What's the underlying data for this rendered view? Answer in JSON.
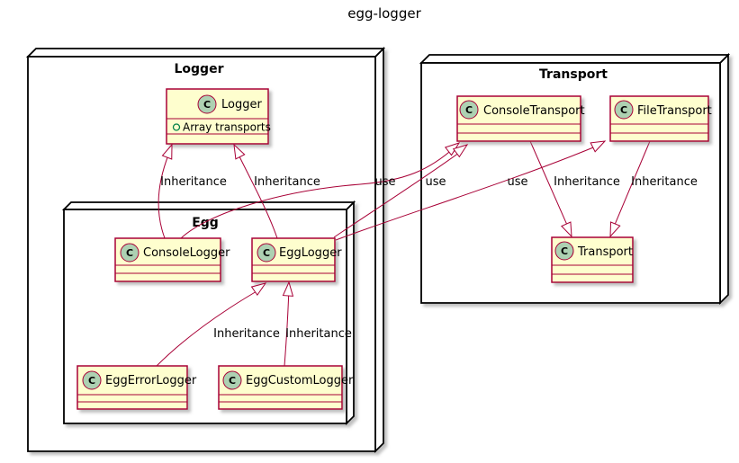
{
  "diagram_title": "egg-logger",
  "colors": {
    "class_fill": "#FEFECE",
    "class_border": "#A80036",
    "relation_line": "#A80036",
    "class_icon_fill": "#ADD1B2",
    "field_icon": "#038048",
    "package_border": "#000000",
    "background": "#FFFFFF"
  },
  "packages": [
    {
      "name": "Logger"
    },
    {
      "name": "Egg"
    },
    {
      "name": "Transport"
    }
  ],
  "classes": [
    {
      "name": "Logger",
      "icon_letter": "C",
      "fields": [
        "Array transports"
      ]
    },
    {
      "name": "ConsoleLogger",
      "icon_letter": "C"
    },
    {
      "name": "EggLogger",
      "icon_letter": "C"
    },
    {
      "name": "EggErrorLogger",
      "icon_letter": "C"
    },
    {
      "name": "EggCustomLogger",
      "icon_letter": "C"
    },
    {
      "name": "ConsoleTransport",
      "icon_letter": "C"
    },
    {
      "name": "FileTransport",
      "icon_letter": "C"
    },
    {
      "name": "Transport",
      "icon_letter": "C"
    }
  ],
  "relations": [
    {
      "from": "ConsoleLogger",
      "to": "Logger",
      "label": "Inheritance"
    },
    {
      "from": "EggLogger",
      "to": "Logger",
      "label": "Inheritance"
    },
    {
      "from": "EggErrorLogger",
      "to": "EggLogger",
      "label": "Inheritance"
    },
    {
      "from": "EggCustomLogger",
      "to": "EggLogger",
      "label": "Inheritance"
    },
    {
      "from": "ConsoleTransport",
      "to": "Transport",
      "label": "Inheritance"
    },
    {
      "from": "FileTransport",
      "to": "Transport",
      "label": "Inheritance"
    },
    {
      "from": "ConsoleLogger",
      "to": "ConsoleTransport",
      "label": "use"
    },
    {
      "from": "EggLogger",
      "to": "ConsoleTransport",
      "label": "use"
    },
    {
      "from": "EggLogger",
      "to": "FileTransport",
      "label": "use"
    }
  ]
}
